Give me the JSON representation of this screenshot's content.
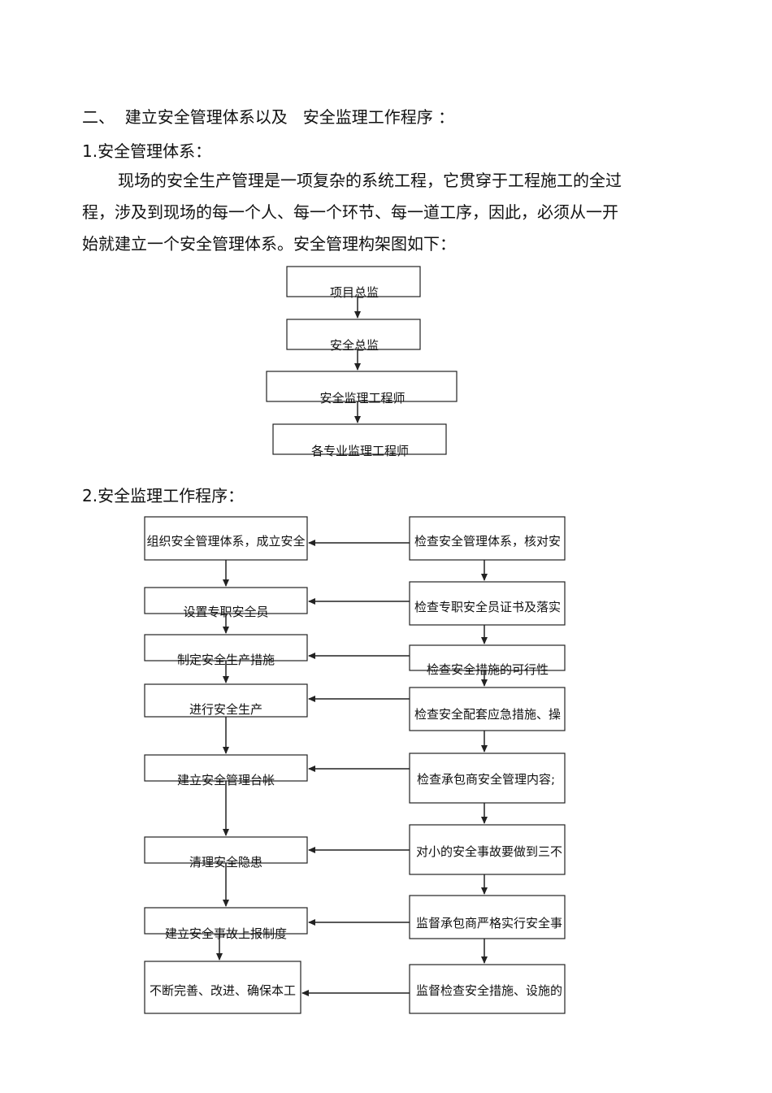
{
  "section_heading": "二、  建立安全管理体系以及   安全监理工作程序 ：",
  "subheading1": "1.安全管理体系：",
  "paragraph": {
    "line1": "现场的安全生产管理是一项复杂的系统工程，它贯穿于工程施工的全过",
    "line2": "程，涉及到现场的每一个人、每一个环节、每一道工序，因此，必须从一开",
    "line3": "始就建立一个安全管理体系。安全管理构架图如下："
  },
  "org_chart": {
    "boxes": [
      "项目总监",
      "安全总监",
      "安全监理工程师",
      "各专业监理工程师"
    ]
  },
  "subheading2": "2.安全监理工作程序：",
  "flowchart": {
    "left": [
      "组织安全管理体系，成立安全",
      "设置专职安全员",
      "制定安全生产措施",
      "进行安全生产",
      "建立安全管理台帐",
      "清理安全隐患",
      "建立安全事故上报制度",
      "不断完善、改进、确保本工"
    ],
    "right": [
      "检查安全管理体系，核对安",
      "检查专职安全员证书及落实",
      "检查安全措施的可行性",
      "检查安全配套应急措施、操",
      "检查承包商安全管理内容;",
      "对小的安全事故要做到三不",
      "监督承包商严格实行安全事",
      "监督检查安全措施、设施的"
    ]
  }
}
